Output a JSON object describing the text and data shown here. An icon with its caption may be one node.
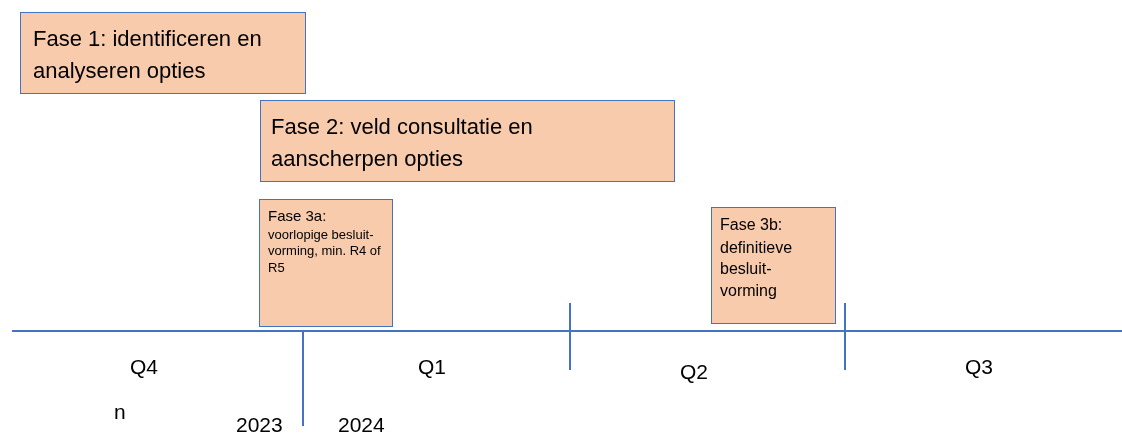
{
  "diagram": {
    "nodes": [
      {
        "text": [
          "Fase 1: identificeren en analyseren opties"
        ]
      },
      {
        "text": [
          "Fase 2: veld consultatie en aanscherpen opties"
        ]
      },
      {
        "text": [
          "Fase 3a:",
          "voorlopige besluit- vorming, min. R4 of R5"
        ]
      },
      {
        "text": [
          "Fase 3b:",
          "definitieve besluit- vorming"
        ]
      }
    ],
    "labels": [
      "Q4",
      "Q1",
      "Q2",
      "Q3",
      "n",
      "2023",
      "2024"
    ]
  }
}
